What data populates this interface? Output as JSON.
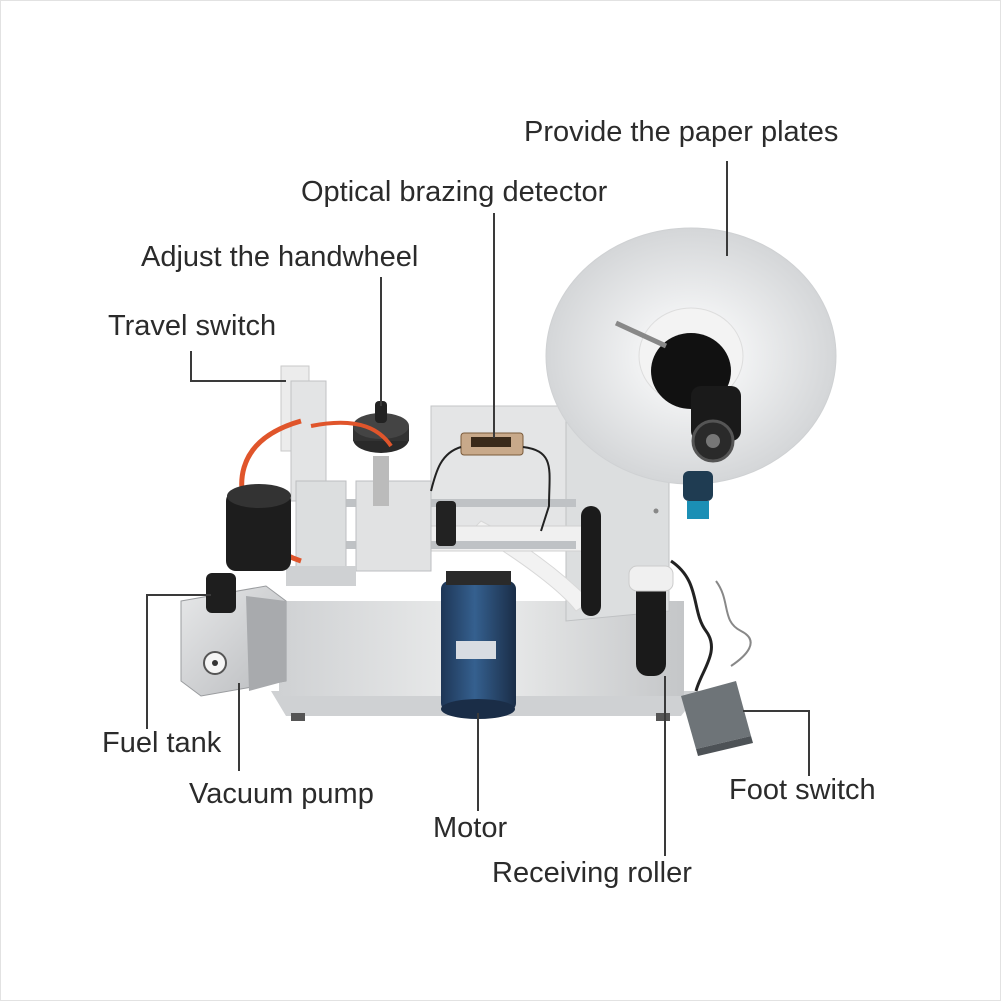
{
  "callouts": {
    "paper_plates": "Provide the paper plates",
    "optical_detector": "Optical brazing detector",
    "handwheel": "Adjust the handwheel",
    "travel_switch": "Travel switch",
    "fuel_tank": "Fuel tank",
    "vacuum_pump": "Vacuum pump",
    "motor": "Motor",
    "receiving_roller": "Receiving roller",
    "foot_switch": "Foot switch"
  },
  "colors": {
    "leader_line": "#3a3a3a",
    "label_text": "#2b2b2b",
    "motor_blue": "#2a4a73",
    "steel": "#d9dadb",
    "label_roll": "#e6e7e8",
    "tubing": "#e0552b"
  }
}
